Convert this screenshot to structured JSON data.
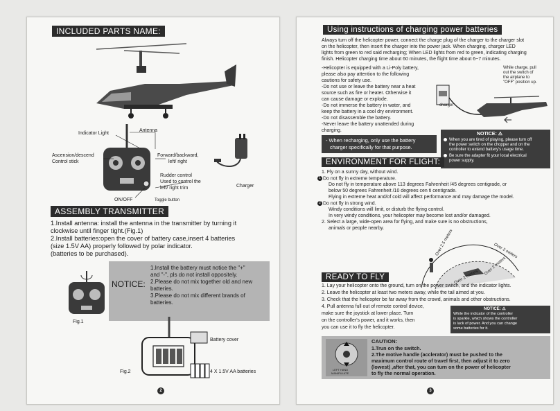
{
  "left": {
    "included_title": "INCLUDED PARTS NAME:",
    "labels": {
      "indicator_light": "Indicator Light",
      "antenna": "Antenna",
      "ascension_1": "Ascension/descend",
      "ascension_2": "Control stick",
      "forward_1": "Forward/backward,",
      "forward_2": "left/ right",
      "rudder_1": "Rudder control",
      "rudder_2": "Used to control the",
      "rudder_3": "left/ right trim",
      "on_off": "ON/OFF",
      "toggle": "Toggle button",
      "charger": "Charger"
    },
    "assembly_title": "ASSEMBLY TRANSMITTER",
    "assembly_steps": [
      "1.Install antenna: install the antenna in the transmitter by turning it",
      "   clockwise until finger tight.(Fig.1)",
      "2.Install batteries:open the cover of battery case,insert 4 batteries",
      "   (size 1.5V AA) properly followed by polar indicator.",
      "   (batteries to be purchased)."
    ],
    "notice_label": "NOTICE:",
    "notice_lines": [
      "1.Install the battery must notice the \"+\"",
      "   and \"-\", pls do not install oppositely.",
      "2.Please do not mix together old and new",
      "   batteries.",
      "3.Please do not mix different brands of",
      "   batteries."
    ],
    "fig1": "Fig.1",
    "fig2": "Fig.2",
    "battery_cover": "Battery cover",
    "batteries": "4 X 1.5V AA batteries",
    "page_num": "2"
  },
  "right": {
    "charging_title": "Using instructions of charging power batteries",
    "charging_para": [
      "Always turn off the helicopter power, connect the charge plug of the charger to the charger slot",
      "on the helicopter, then insert the charger into the power jack. When charging, charger LED",
      "lights from green to red said recharging; When LED lights from red to green, indicating charging",
      "finish. Helicopter charging time about 60 minutes, the flight time about 6~7 minutes."
    ],
    "lipo_lines": [
      "-Helicopter is equipped with a Li-Poly battery,",
      "please also pay attention to the following",
      "cautions for safety use.",
      "-Do not use or leave the battery near a heat",
      "source such as fire or heater. Otherwise it",
      "can cause damage or explode.",
      "-Do not immerse the battery in water, and",
      "keep the battery in a cool dry environment.",
      "-Do not disassemble the battery.",
      "-Never leave the battery unattended during",
      "charging."
    ],
    "while_charge": [
      "While charge, pull",
      "out the switch of",
      "the airplane to",
      "\"OFF\" position up."
    ],
    "recharge_box": [
      "- When recharging, only use the battery",
      "charger specifically for that purpose."
    ],
    "notice_title": "NOTICE: ⚠",
    "notice_items": [
      [
        "When you are tired of playing, please turn off",
        "the power switch on the chopper and on the",
        "controller to extend battery's usage time."
      ],
      [
        "Be sure the adapter fit your local electrical",
        "power supply."
      ]
    ],
    "env_title": "ENVIRONMENT FOR FLIGHT:",
    "env_lines": [
      "1. Fly on a sunny day, without wind.",
      "Do not fly in extreme temperature.",
      "Do not fly in temperature above 113 degrees Fahrenheit /45 degrees centigrade, or",
      "below 50 degrees Fahrenheit /10 degrees cen ti centigrade.",
      "Flying in extreme heat and/of cold will affect performance and may damage the model.",
      "Do not fly in strong wind.",
      "Windy conditions will limit, or disturb the flying control.",
      "In very windy conditions, your helicopter may become lost and/or damaged.",
      "2. Select a large, wide-open area for flying, and make sure is no obstructions,",
      "animals or people nearby."
    ],
    "circle_1": "1",
    "circle_2": "2",
    "dist_labels": [
      "Over 2 meters",
      "Over 2 meters",
      "Over 2 meters",
      "Over 2.5 meters"
    ],
    "ready_title": "READY TO FLY",
    "ready_lines": [
      "1. Lay your helicopter onto the ground, turn on the power switch, and the indicator lights.",
      "2. Leave the helicopter at least two meters away, while the tail aimed at you.",
      "3. Check that the helicopter be far away from the crowd, animals and other obstructions.",
      "4. Pull antenna full out of remote control device,",
      "    make sure the joystick at lower place. Turn",
      "    on the controller's power, and it works, then",
      "    you can use it to fly the helicopter."
    ],
    "notice2_title": "NOTICE: ⚠",
    "notice2_lines": [
      "While the indicator of the controller",
      "is sparkle, which shows the controller",
      "is lack of power. And you can change",
      "some batteries for it."
    ],
    "caution_title": "CAUTION:",
    "caution_lines": [
      "1.Trun on the switch.",
      "2.The motive handle (acclerator) must be pushed to the",
      "   maximum control route of travel first, then adjust it to zero",
      "   (lowest) ,after that, you can turn on the power of helicopter",
      "   to fly the normal operation."
    ],
    "left_hand": [
      "LEFT HAND",
      "MANIPULATE"
    ],
    "charger_tag": "charger",
    "page_num": "3"
  }
}
